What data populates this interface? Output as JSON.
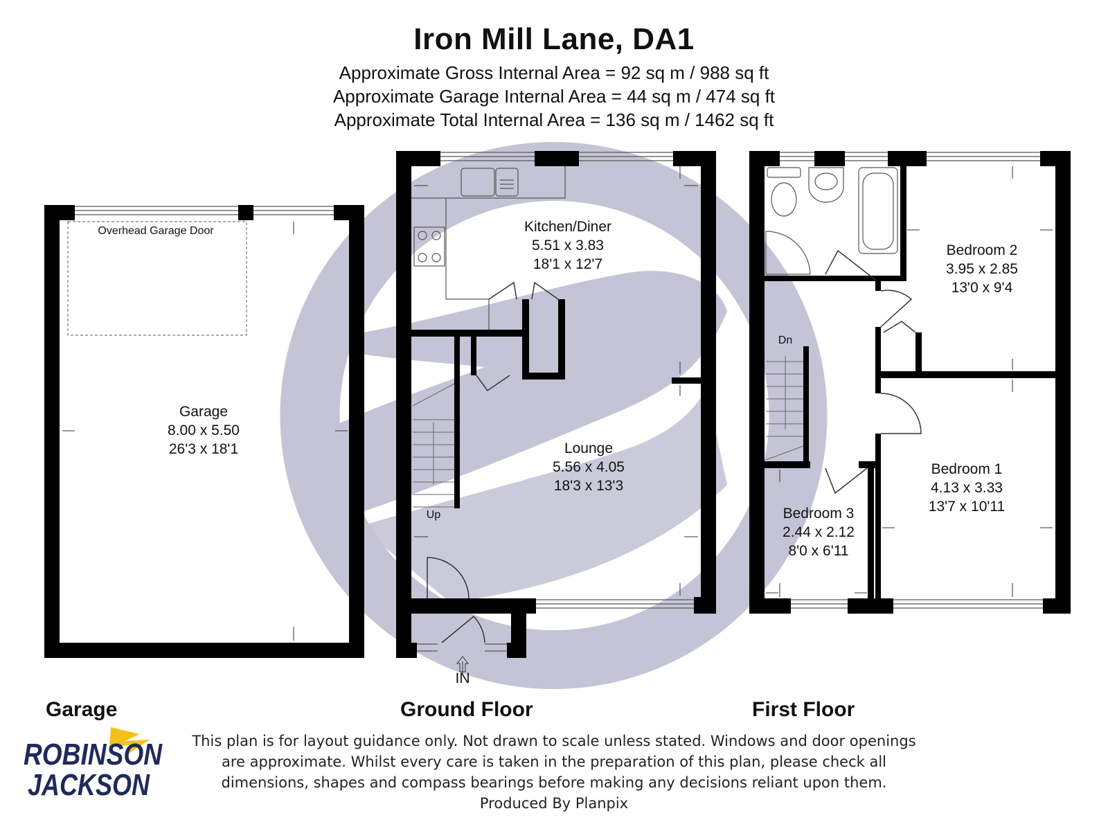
{
  "title": "Iron Mill Lane, DA1",
  "areas": [
    "Approximate Gross Internal Area = 92 sq m / 988 sq ft",
    "Approximate Garage Internal Area = 44 sq m / 474 sq ft",
    "Approximate Total Internal Area = 136 sq m / 1462 sq ft"
  ],
  "rooms": {
    "garage": {
      "name": "Garage",
      "metric": "8.00 x 5.50",
      "imperial": "26'3 x 18'1"
    },
    "kitchen": {
      "name": "Kitchen/Diner",
      "metric": "5.51 x 3.83",
      "imperial": "18'1 x 12'7"
    },
    "lounge": {
      "name": "Lounge",
      "metric": "5.56 x 4.05",
      "imperial": "18'3 x 13'3"
    },
    "bedroom1": {
      "name": "Bedroom 1",
      "metric": "4.13 x 3.33",
      "imperial": "13'7 x 10'11"
    },
    "bedroom2": {
      "name": "Bedroom 2",
      "metric": "3.95 x 2.85",
      "imperial": "13'0 x 9'4"
    },
    "bedroom3": {
      "name": "Bedroom 3",
      "metric": "2.44 x 2.12",
      "imperial": "8'0 x 6'11"
    }
  },
  "labels": {
    "garage_door": "Overhead Garage Door",
    "stairs_up": "Up",
    "stairs_down": "Dn",
    "entrance": "IN"
  },
  "floors": {
    "garage": "Garage",
    "ground": "Ground Floor",
    "first": "First Floor"
  },
  "disclaimer": [
    "This plan is for layout guidance only. Not drawn to scale unless stated. Windows and door openings",
    "are approximate. Whilst every care is taken in the preparation of this plan, please check all",
    "dimensions, shapes and compass bearings before making any decisions reliant upon them.",
    "Produced By Planpix"
  ],
  "logo": {
    "line1": "ROBINSON",
    "line2": "JACKSON"
  },
  "colors": {
    "wall": "#000000",
    "watermark": "#c5c4d6",
    "logo_navy": "#1f2a5a",
    "logo_yellow": "#f2c21b"
  }
}
